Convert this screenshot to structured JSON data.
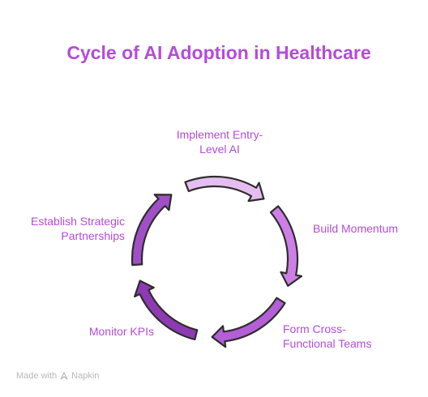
{
  "title": "Cycle of AI Adoption in Healthcare",
  "steps": [
    {
      "line1": "Implement Entry-",
      "line2": "Level AI",
      "color": "#e6bdf1"
    },
    {
      "line1": "Build Momentum",
      "line2": "",
      "color": "#cc80e6"
    },
    {
      "line1": "Form Cross-",
      "line2": "Functional Teams",
      "color": "#b45ed8"
    },
    {
      "line1": "Monitor KPIs",
      "line2": "",
      "color": "#8e3ab3"
    },
    {
      "line1": "Establish Strategic",
      "line2": "Partnerships",
      "color": "#a04fc7"
    }
  ],
  "colors": {
    "title": "#b44cd8",
    "label": "#b44cd8",
    "outline": "#2d2d2d"
  },
  "footer": {
    "prefix": "Made with",
    "brand": "Napkin"
  }
}
